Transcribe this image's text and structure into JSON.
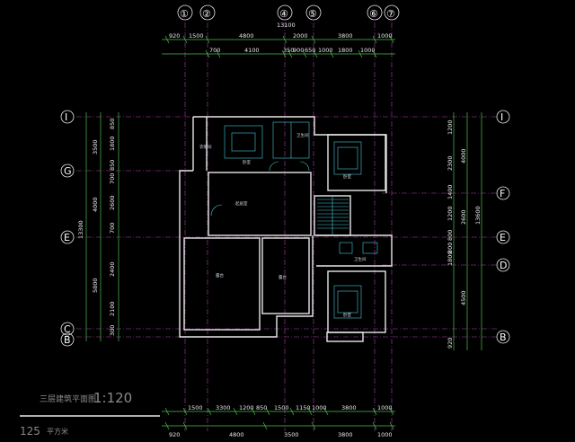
{
  "axes_top": [
    "①",
    "②",
    "④",
    "⑤",
    "⑥",
    "⑦"
  ],
  "axes_left": [
    "I",
    "G",
    "E",
    "C",
    "B"
  ],
  "axes_right": [
    "I",
    "F",
    "E",
    "D",
    "B"
  ],
  "dims_top_row1": [
    "920",
    "1500",
    "4800",
    "2000",
    "3800",
    "1000"
  ],
  "dims_top_total": "13100",
  "dims_top_row2": [
    "700",
    "4100",
    "350",
    "900",
    "650",
    "1000",
    "1800",
    "1000"
  ],
  "dims_bottom_row1": [
    "1500",
    "3300",
    "1200",
    "850",
    "1500",
    "1150",
    "1000",
    "3800",
    "1000"
  ],
  "dims_bottom_row2": [
    "920",
    "4800",
    "3500",
    "3800",
    "1000"
  ],
  "dims_left_inner": [
    "850",
    "1800",
    "850",
    "700",
    "2600",
    "700",
    "2400",
    "2100",
    "300"
  ],
  "dims_left_outer": [
    "3500",
    "4000",
    "5800"
  ],
  "dims_left_total": "13300",
  "dims_right_inner": [
    "1200",
    "2300",
    "1400",
    "1200",
    "800",
    "800",
    "1800",
    "920"
  ],
  "dims_right_outer": [
    "4000",
    "2600",
    "4500"
  ],
  "dims_right_total": "13600",
  "room_labels": {
    "bedroom_nw": "卧室",
    "bedroom_ne": "卧室",
    "bedroom_se": "卧室",
    "living": "起居室",
    "terrace_w": "露台",
    "terrace_c": "露台",
    "bath_n": "卫生间",
    "bath_e": "卫生间",
    "closet": "衣帽间"
  },
  "title": "三层建筑平面图",
  "scale": "1:120",
  "area_value": "125",
  "area_unit": "平方米"
}
